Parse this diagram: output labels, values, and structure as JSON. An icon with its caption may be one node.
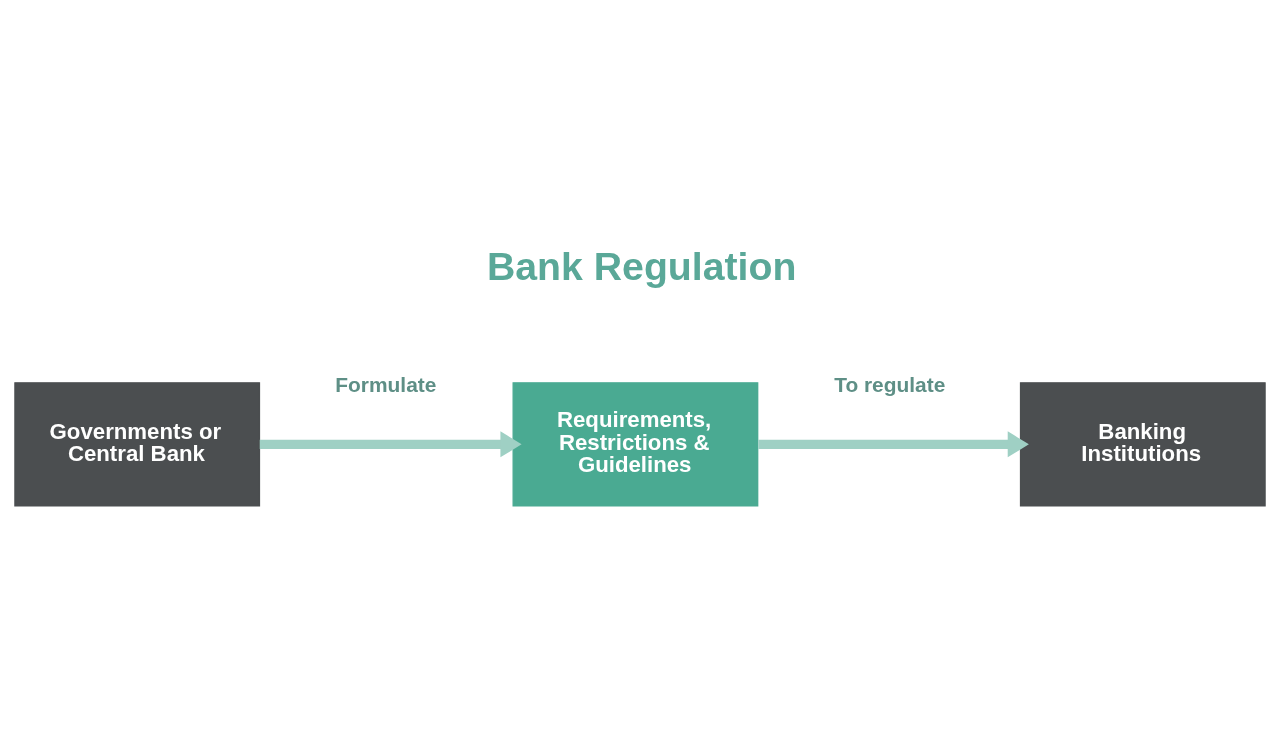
{
  "diagram": {
    "title": "Bank Regulation",
    "nodes": [
      {
        "text": [
          "Governments or Central Bank"
        ]
      },
      {
        "text": [
          "Requirements, Restrictions & Guidelines"
        ]
      },
      {
        "text": [
          "Banking Institutions"
        ]
      }
    ],
    "edges": [
      {
        "from": 0,
        "to": 1,
        "arrow": "to",
        "label": "Formulate"
      },
      {
        "from": 1,
        "to": 2,
        "arrow": "to",
        "label": "To regulate"
      }
    ]
  }
}
